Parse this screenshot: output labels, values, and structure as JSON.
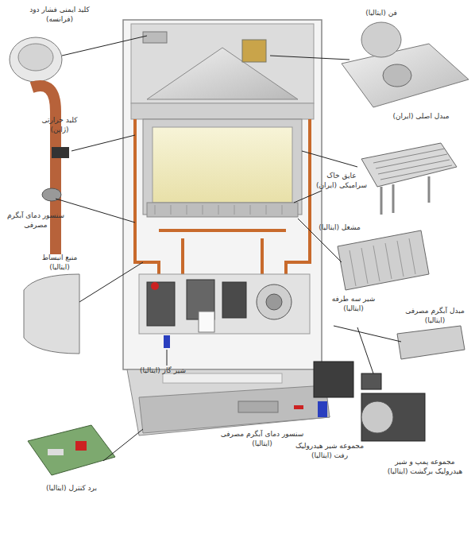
{
  "diagram": {
    "labels": [
      "کلید ایمنی فشار دود (فرانسه)",
      "فن (ایتالیا)",
      "کلید حرارتی (ژاپن)",
      "مبدل اصلی (ایران)",
      "عایق خاک سرامیکی (ایران)",
      "سنسور دمای آبگرم مصرفی",
      "مشعل (ایتالیا)",
      "منبع انبساط (ایتالیا)",
      "شیر سه طرفه (ایتالیا)",
      "مبدل آبگرم مصرفی (ایتالیا)",
      "شیر گاز (ایتالیا)",
      "سنسور دمای آبگرم مصرفی (ایتالیا)",
      "مجموعه شیر هیدرولیک رفت (ایتالیا)",
      "مجموعه پمپ و شیر هیدرولیک برگشت (ایتالیا)",
      "برد کنترل (ایتالیا)"
    ]
  }
}
